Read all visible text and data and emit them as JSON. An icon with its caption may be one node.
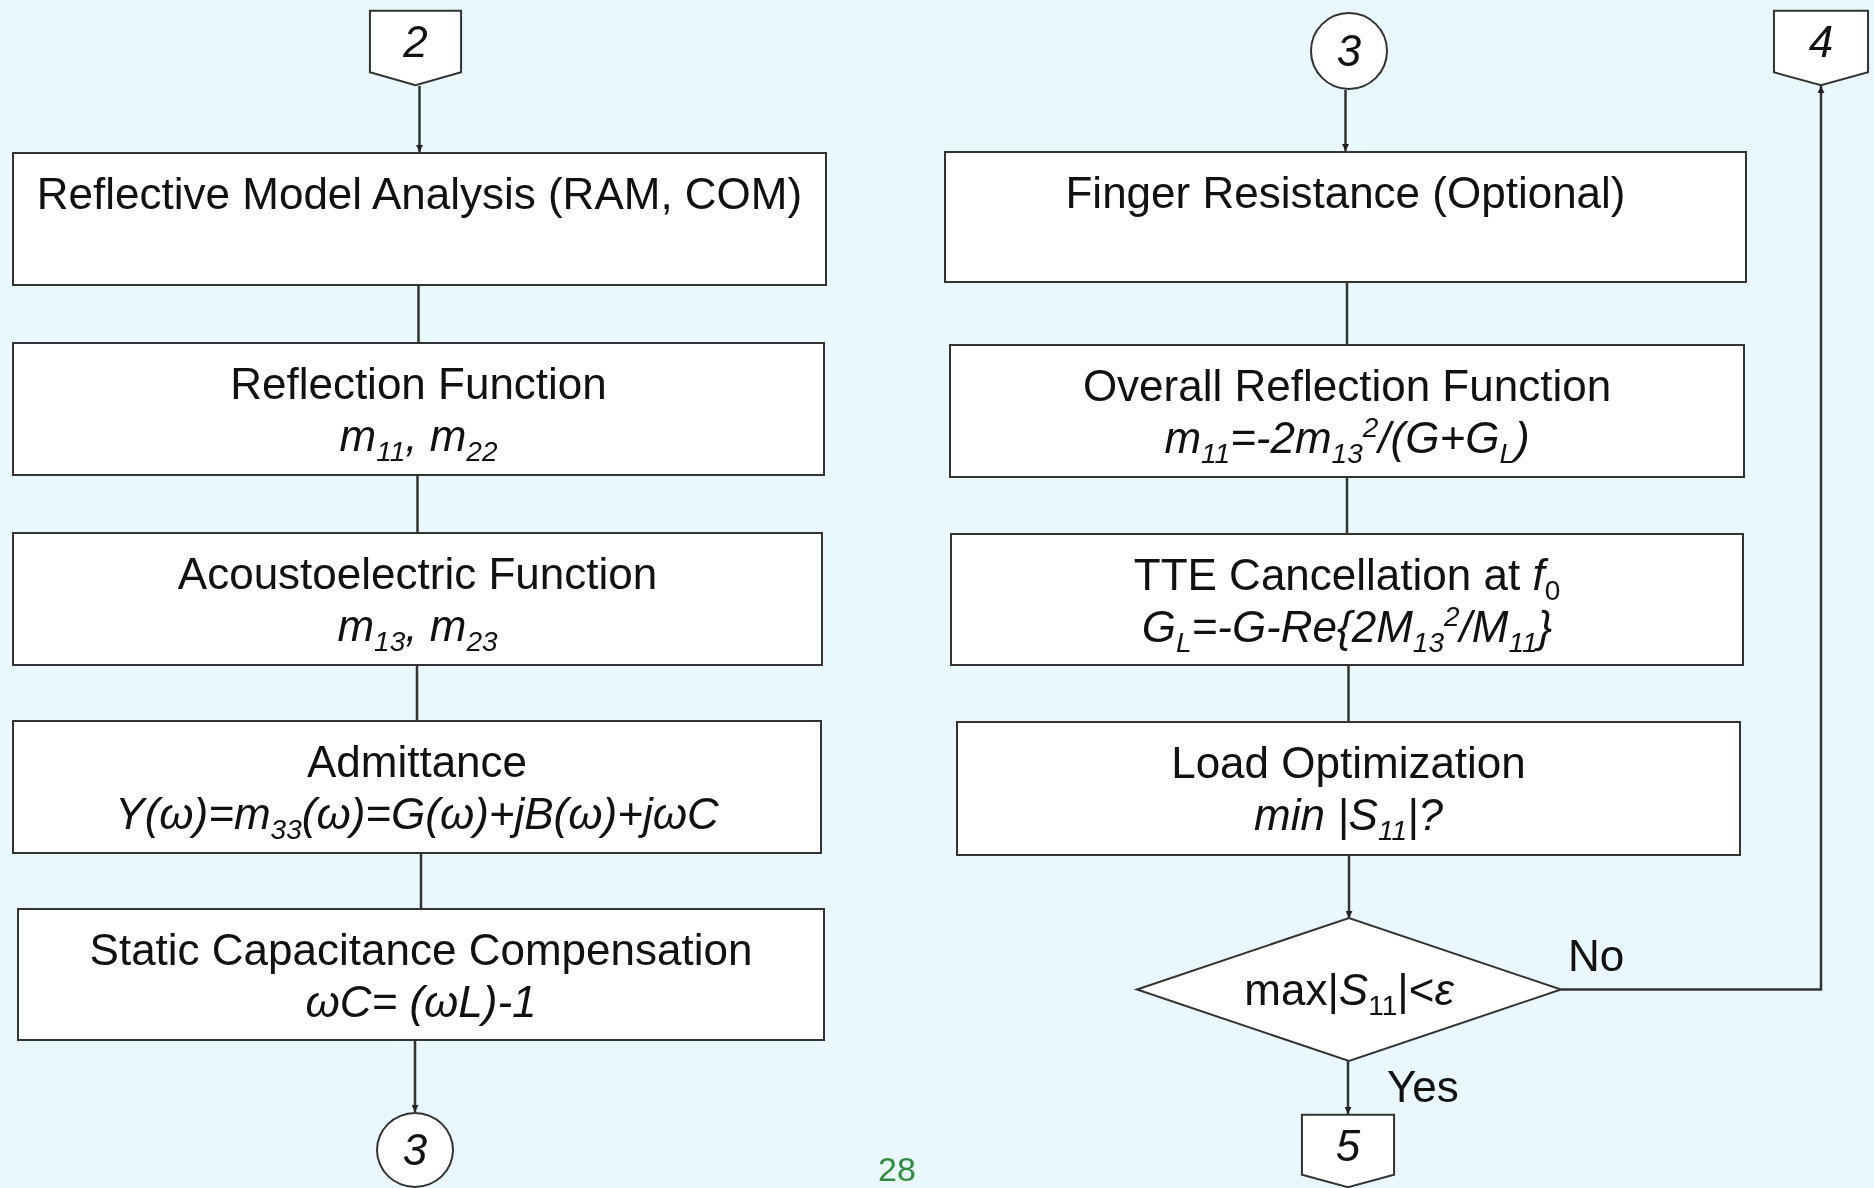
{
  "diagram": {
    "nodes": [
      {
        "text": [
          "2"
        ]
      },
      {
        "text": [
          "Reflective Model Analysis (RAM, COM)"
        ]
      },
      {
        "text": [
          "Reflection Function",
          "m$_{11}$, m$_{22}$"
        ]
      },
      {
        "text": [
          "Acoustoelectric Function",
          "m$_{13}$, m$_{23}$"
        ]
      },
      {
        "text": [
          "Admittance",
          "Y(ω)=m$_{33}$(ω)=G(ω)+jB(ω)+jωC"
        ]
      },
      {
        "text": [
          "Static Capacitance Compensation",
          "ωC= (ωL)-1"
        ]
      },
      {
        "text": [
          "3"
        ]
      },
      {
        "text": [
          "3"
        ]
      },
      {
        "text": [
          "Finger Resistance (Optional)"
        ]
      },
      {
        "text": [
          "Overall Reflection Function",
          "m$_{11}$=-2m$_{13}$$^{2}$/(G+G$_{L}$)"
        ]
      },
      {
        "text": [
          "TTE Cancellation at *f*$_{0}$",
          "G$_{L}$=-G-Re{2M$_{13}$$^{2}$/M$_{11}$}"
        ]
      },
      {
        "text": [
          "Load Optimization",
          "min |S$_{11}$|?"
        ]
      },
      {
        "text": [
          "max|*S*$_{11}$|<*ε*"
        ]
      },
      {
        "text": [
          "5"
        ]
      },
      {
        "text": [
          "4"
        ]
      }
    ],
    "edges": [
      {
        "from": 0,
        "to": 1,
        "arrow": "to"
      },
      {
        "from": 1,
        "to": 2,
        "arrow": "none"
      },
      {
        "from": 2,
        "to": 3,
        "arrow": "none"
      },
      {
        "from": 3,
        "to": 4,
        "arrow": "none"
      },
      {
        "from": 4,
        "to": 5,
        "arrow": "none"
      },
      {
        "from": 5,
        "to": 6,
        "arrow": "to"
      },
      {
        "from": 7,
        "to": 8,
        "arrow": "to"
      },
      {
        "from": 8,
        "to": 9,
        "arrow": "none"
      },
      {
        "from": 9,
        "to": 10,
        "arrow": "none"
      },
      {
        "from": 10,
        "to": 11,
        "arrow": "none"
      },
      {
        "from": 11,
        "to": 12,
        "arrow": "to"
      },
      {
        "from": 12,
        "to": 13,
        "arrow": "to",
        "label": "Yes"
      },
      {
        "from": 12,
        "to": 14,
        "arrow": "to",
        "label": "No"
      }
    ],
    "labels": [
      "28"
    ]
  }
}
